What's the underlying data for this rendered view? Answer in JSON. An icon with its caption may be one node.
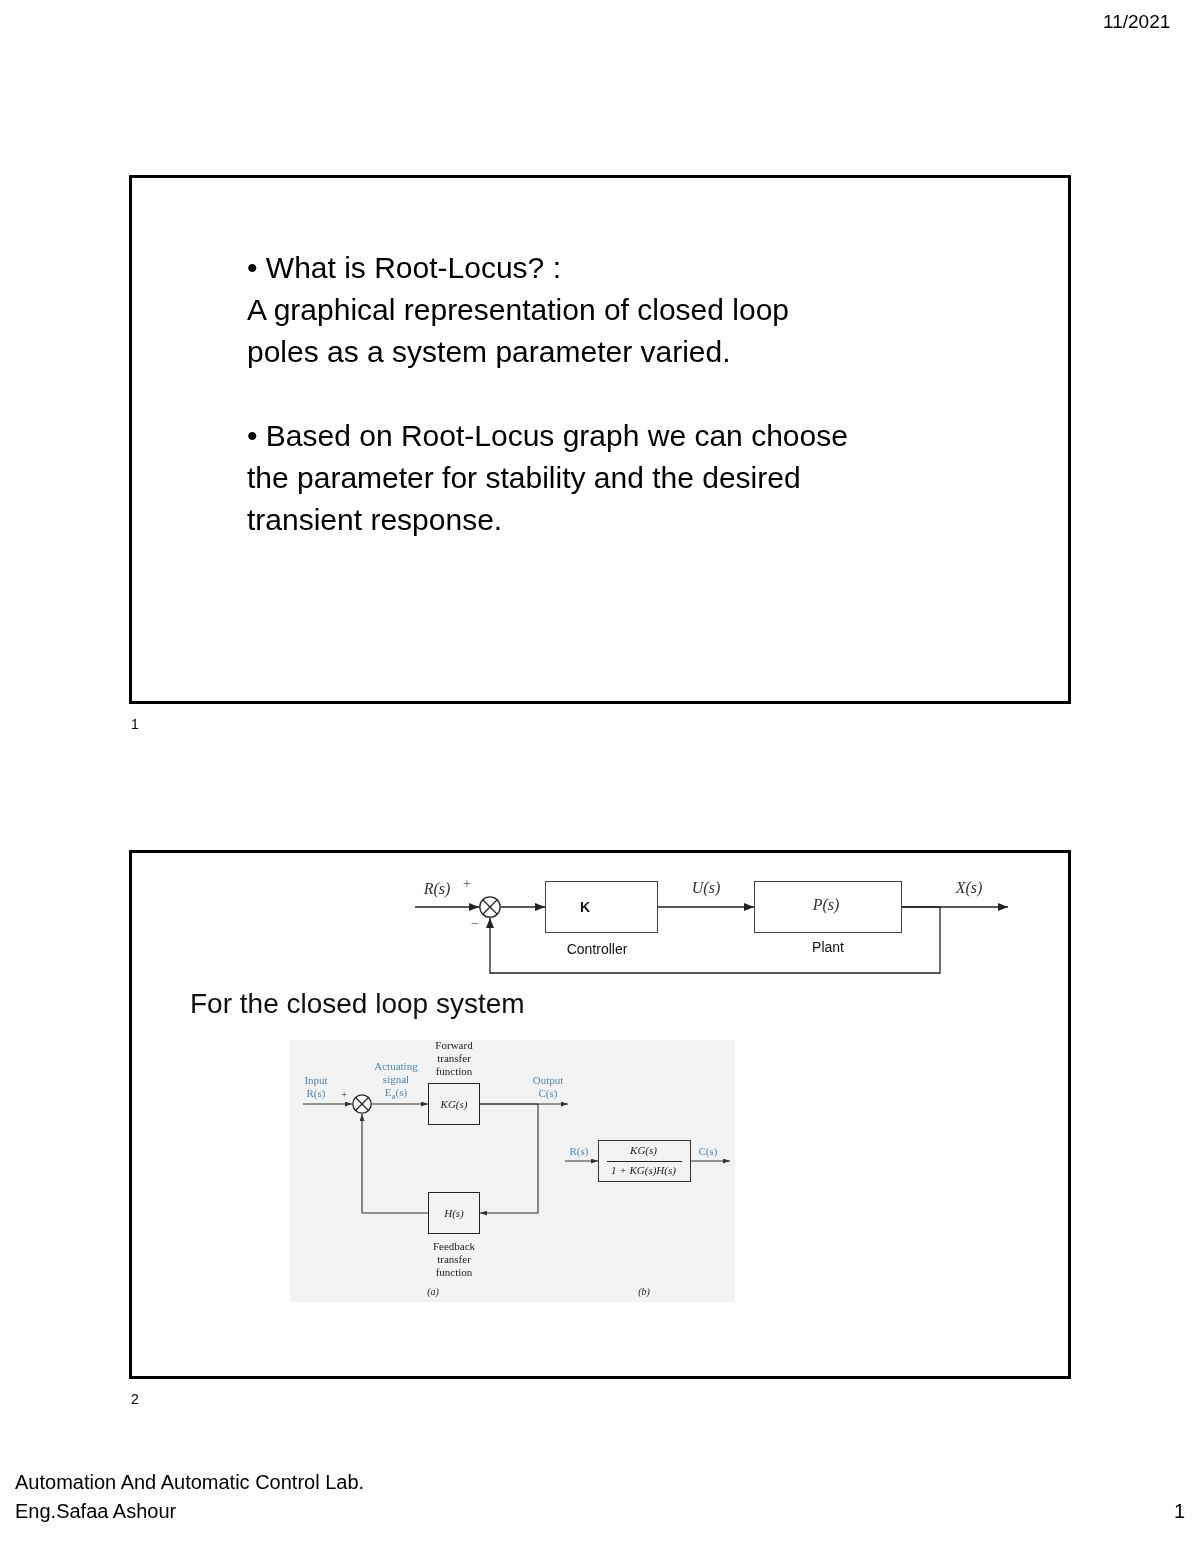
{
  "diagram": {
    "nodes": [
      {
        "text": [
          "• What is Root-Locus? :",
          "A graphical representation of closed loop poles as a system parameter varied.",
          "• Based on Root-Locus graph we can choose the parameter for stability and the desired transient response."
        ],
        "beside": [
          "1"
        ]
      },
      {
        "text": [
          "For the closed loop system"
        ],
        "beside": [
          "2"
        ]
      },
      {
        "text": [],
        "shape": "circle",
        "in": 1,
        "beside": [
          "+",
          "−"
        ]
      },
      {
        "text": [
          "K"
        ],
        "in": 1,
        "beside": [
          "Controller"
        ]
      },
      {
        "text": [
          "P(s)"
        ],
        "in": 1,
        "beside": [
          "Plant"
        ]
      },
      {
        "text": [],
        "shape": "circle",
        "in": 1,
        "beside": [
          "+"
        ]
      },
      {
        "text": [
          "KG(s)"
        ],
        "in": 1,
        "beside": [
          "Forward transfer function"
        ]
      },
      {
        "text": [
          "H(s)"
        ],
        "in": 1,
        "beside": [
          "Feedback transfer function"
        ]
      },
      {
        "text": [
          "KG(s)",
          "1 + KG(s)H(s)"
        ],
        "in": 1
      }
    ],
    "edges": [
      {
        "from": null,
        "to": 2,
        "arrow": "to",
        "label": "R(s)"
      },
      {
        "from": 2,
        "to": 3,
        "arrow": "to"
      },
      {
        "from": 3,
        "to": 4,
        "arrow": "to",
        "label": "U(s)"
      },
      {
        "from": 4,
        "to": null,
        "arrow": "to",
        "label": "X(s)"
      },
      {
        "from": 4,
        "to": 2,
        "arrow": "to"
      },
      {
        "from": null,
        "to": 5,
        "arrow": "to",
        "label": "Input R(s)"
      },
      {
        "from": 5,
        "to": 6,
        "arrow": "to",
        "label": "Actuating signal E$_{a}$(s)"
      },
      {
        "from": 6,
        "to": null,
        "arrow": "to",
        "label": "Output C(s)"
      },
      {
        "from": 6,
        "to": 7,
        "arrow": "to"
      },
      {
        "from": 7,
        "to": 5,
        "arrow": "to"
      },
      {
        "from": null,
        "to": 8,
        "arrow": "to",
        "label": "R(s)"
      },
      {
        "from": 8,
        "to": null,
        "arrow": "to",
        "label": "C(s)"
      }
    ],
    "labels": [
      "11/2021",
      "(a)",
      "(b)",
      "Automation And Automatic Control Lab.",
      "Eng.Safaa Ashour",
      "1"
    ]
  }
}
